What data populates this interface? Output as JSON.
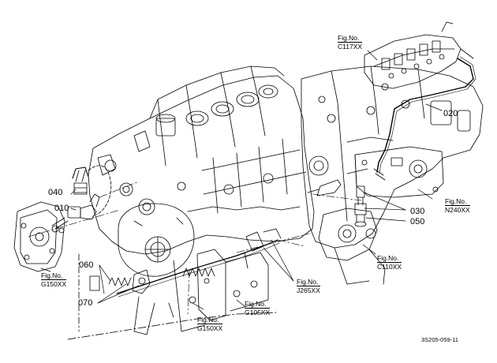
{
  "part_numbers": {
    "p020": "020",
    "p030": "030",
    "p040": "040",
    "p010": "010",
    "p050": "050",
    "p060": "060",
    "p070": "070"
  },
  "figure_refs": {
    "c117": {
      "prefix": "Fig.No.",
      "ref": "C117XX"
    },
    "n240": {
      "prefix": "Fig.No.",
      "ref": "N240XX"
    },
    "c110": {
      "prefix": "Fig.No.",
      "ref": "C110XX"
    },
    "j265": {
      "prefix": "Fig.No.",
      "ref": "J265XX"
    },
    "g105": {
      "prefix": "Fig.No.",
      "ref": "G105XX"
    },
    "g150_left": {
      "prefix": "Fig.No.",
      "ref": "G150XX"
    },
    "g150_bottom": {
      "prefix": "Fig.No.",
      "ref": "G150XX"
    }
  },
  "drawing_code": "3S205-059-11",
  "colors": {
    "ink": "#000000",
    "paper": "#ffffff"
  }
}
